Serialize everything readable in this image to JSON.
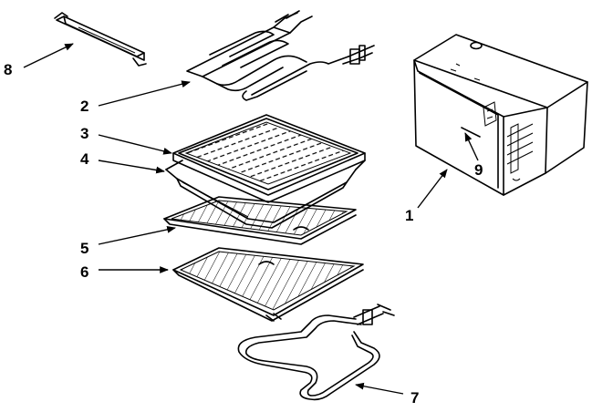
{
  "header": {
    "text": ""
  },
  "callouts": {
    "c1": "1",
    "c2": "2",
    "c3": "3",
    "c4": "4",
    "c5": "5",
    "c6": "6",
    "c7": "7",
    "c8": "8",
    "c9": "9"
  }
}
